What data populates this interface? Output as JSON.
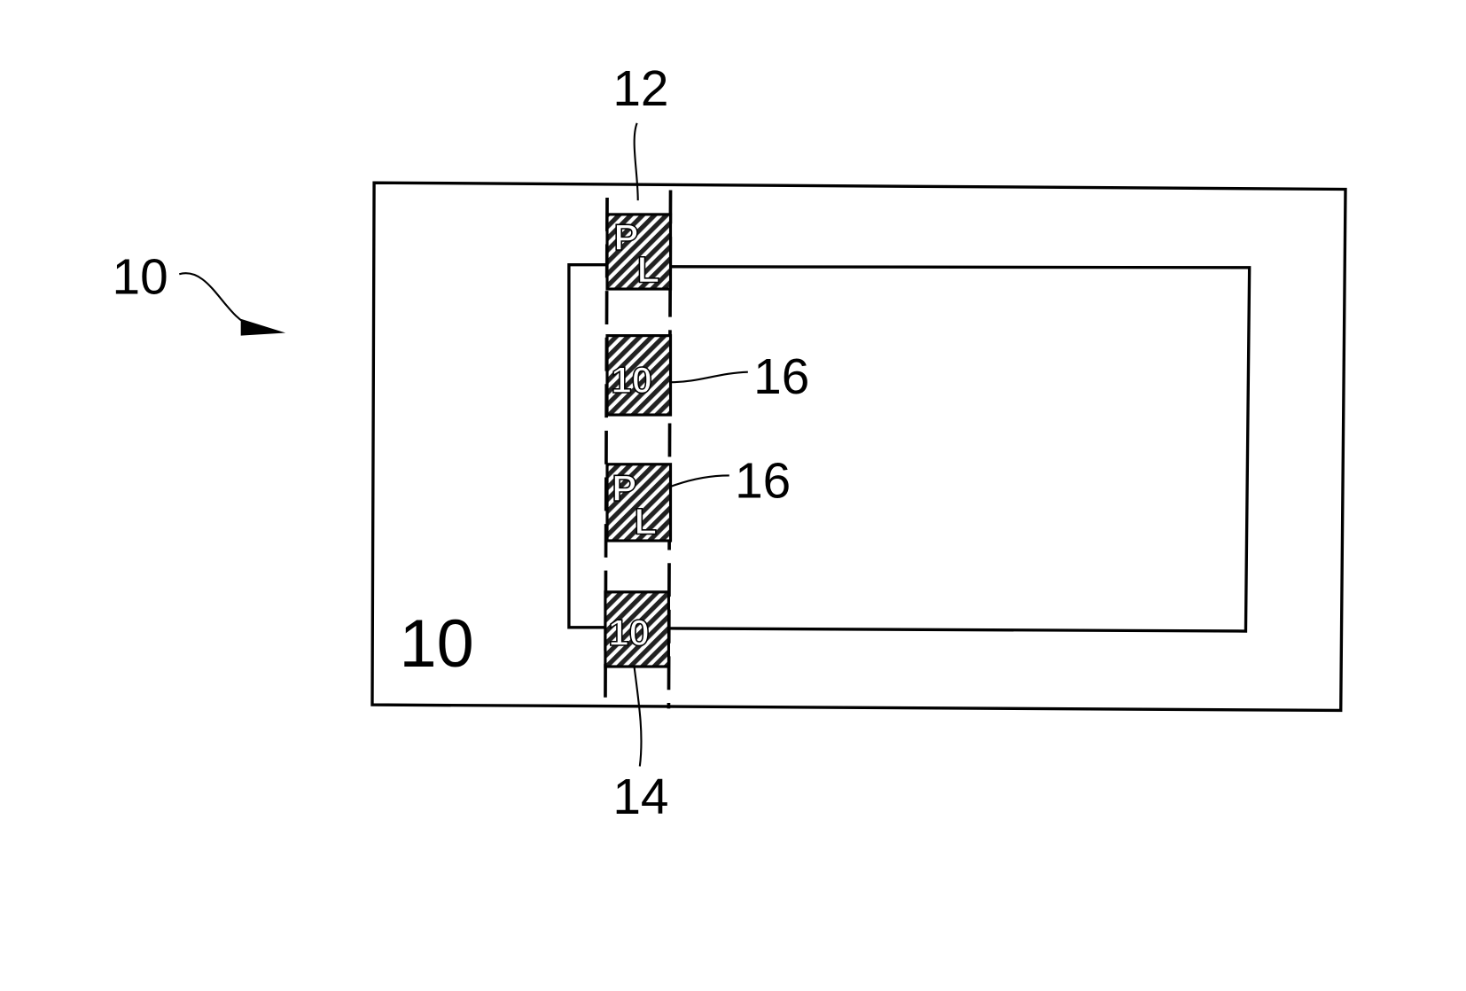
{
  "figure": {
    "system_ref": "10",
    "substrate_label": "10",
    "column_top_ref": "12",
    "column_bottom_ref": "14",
    "element_ref_a": "16",
    "element_ref_b": "16",
    "cells": [
      {
        "text_top": "P",
        "text_bottom": "L"
      },
      {
        "text": "10"
      },
      {
        "text_top": "P",
        "text_bottom": "L"
      },
      {
        "text": "10"
      }
    ]
  }
}
